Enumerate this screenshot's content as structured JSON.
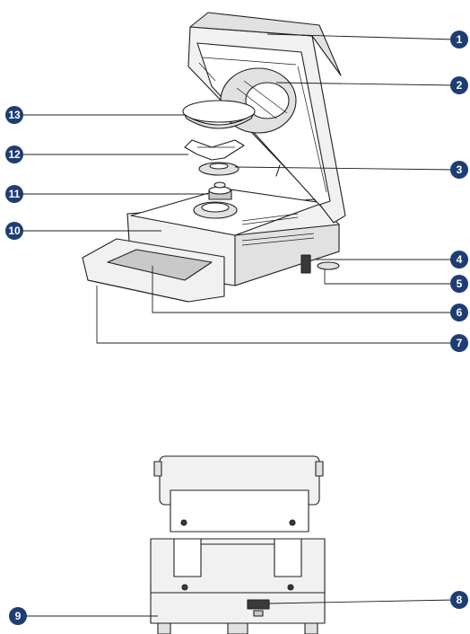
{
  "callouts": [
    {
      "id": "c1",
      "label": "1"
    },
    {
      "id": "c2",
      "label": "2"
    },
    {
      "id": "c3",
      "label": "3"
    },
    {
      "id": "c4",
      "label": "4"
    },
    {
      "id": "c5",
      "label": "5"
    },
    {
      "id": "c6",
      "label": "6"
    },
    {
      "id": "c7",
      "label": "7"
    },
    {
      "id": "c8",
      "label": "8"
    },
    {
      "id": "c9",
      "label": "9"
    },
    {
      "id": "c10",
      "label": "10"
    },
    {
      "id": "c11",
      "label": "11"
    },
    {
      "id": "c12",
      "label": "12"
    },
    {
      "id": "c13",
      "label": "13"
    }
  ],
  "colors": {
    "badge": "#1d3e73",
    "outline": "#231f20",
    "background": "#ffffff"
  }
}
